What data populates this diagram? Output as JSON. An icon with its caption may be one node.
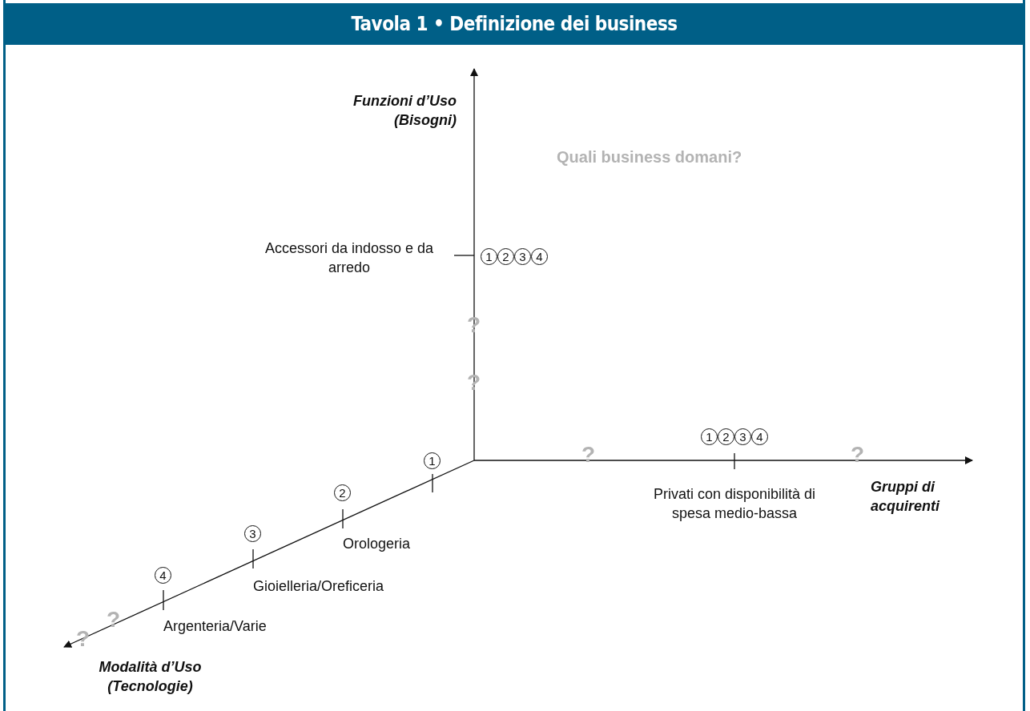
{
  "diagram": {
    "title": "Tavola 1 • Definizione dei business",
    "labels": [
      "Funzioni d’Uso (Bisogni)",
      "Quali business domani?",
      "Accessori da indosso e da arredo",
      "1",
      "2",
      "3",
      "4",
      "?",
      "?",
      "1",
      "2",
      "3",
      "4",
      "1",
      "?",
      "?",
      "2",
      "Privati con disponibilità di spesa medio-bassa",
      "Gruppi di acquirenti",
      "Orologeria",
      "3",
      "Gioielleria/Oreficeria",
      "4",
      "?",
      "Argenteria/Varie",
      "?",
      "Modalità d’Uso (Tecnologie)"
    ]
  }
}
